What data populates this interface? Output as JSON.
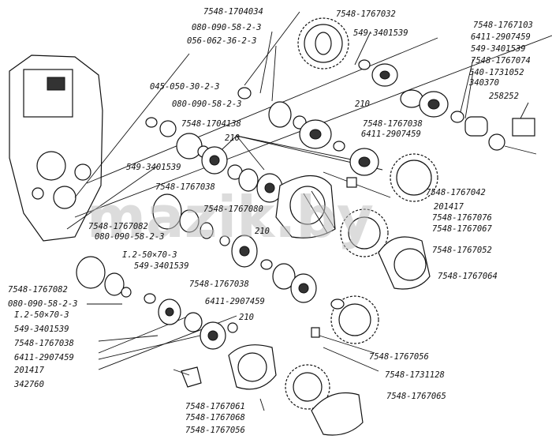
{
  "watermark": "mazik.by",
  "labels": {
    "l1": "7548-1704034",
    "l2": "7548-1767032",
    "l3": "080-090-58-2-3",
    "l4": "056-062-36-2-3",
    "l5": "549-3401539",
    "l6": "7548-1767103",
    "l7": "6411-2907459",
    "l8": "549-3401539",
    "l9": "7548-1767074",
    "l10": "540-1731052",
    "l11": "340370",
    "l12": "258252",
    "l13": "045-050-30-2-3",
    "l14": "080-090-58-2-3",
    "l15": "210",
    "l16": "7548-1704138",
    "l17": "7548-1767038",
    "l18": "6411-2907459",
    "l19": "210",
    "l20": "549-3401539",
    "l21": "7548-1767038",
    "l22": "7548-1767042",
    "l23": "7548-1767080",
    "l24": "201417",
    "l25": "7548-1767076",
    "l26": "7548-1767067",
    "l27": "7548-1767082",
    "l28": "080-090-58-2-3",
    "l29": "I.2-50×70-3",
    "l30": "210",
    "l31": "7548-1767052",
    "l32": "549-3401539",
    "l33": "7548-1767064",
    "l34": "7548-1767038",
    "l35": "6411-2907459",
    "l36": "7548-1767082",
    "l37": "080-090-58-2-3",
    "l38": "I.2-50×70-3",
    "l39": "549-3401539",
    "l40": "210",
    "l41": "7548-1767038",
    "l42": "6411-2907459",
    "l43": "201417",
    "l44": "342760",
    "l45": "7548-1767056",
    "l46": "7548-1731128",
    "l47": "7548-1767065",
    "l48": "7548-1767061",
    "l49": "7548-1767068",
    "l50": "7548-1767056"
  }
}
